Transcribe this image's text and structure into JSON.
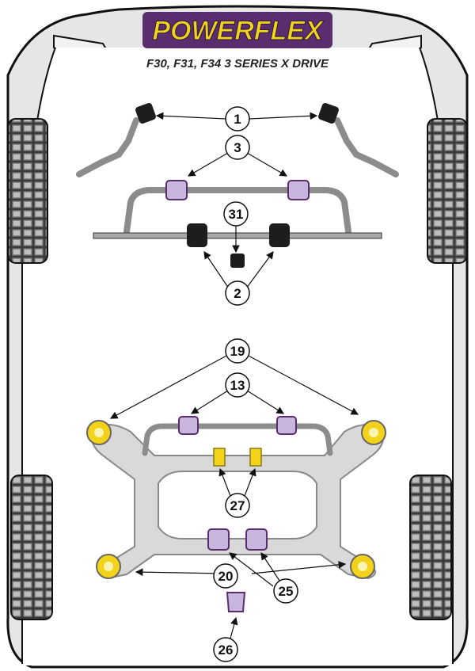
{
  "brand": {
    "logo_text": "POWERFLEX",
    "colors": {
      "yellow": "#f3d21a",
      "purple_dark": "#5a2d6e",
      "purple_bush": "#c9b6de",
      "bush_black": "#1d1d1d",
      "body": "#dcdcdc",
      "chassis": "#d9d9d9"
    }
  },
  "subtitle": "F30, F31, F34 3 SERIES X DRIVE",
  "callouts": {
    "c1": "1",
    "c3": "3",
    "c31": "31",
    "c2": "2",
    "c19": "19",
    "c13": "13",
    "c27": "27",
    "c20": "20",
    "c25": "25",
    "c26": "26"
  }
}
